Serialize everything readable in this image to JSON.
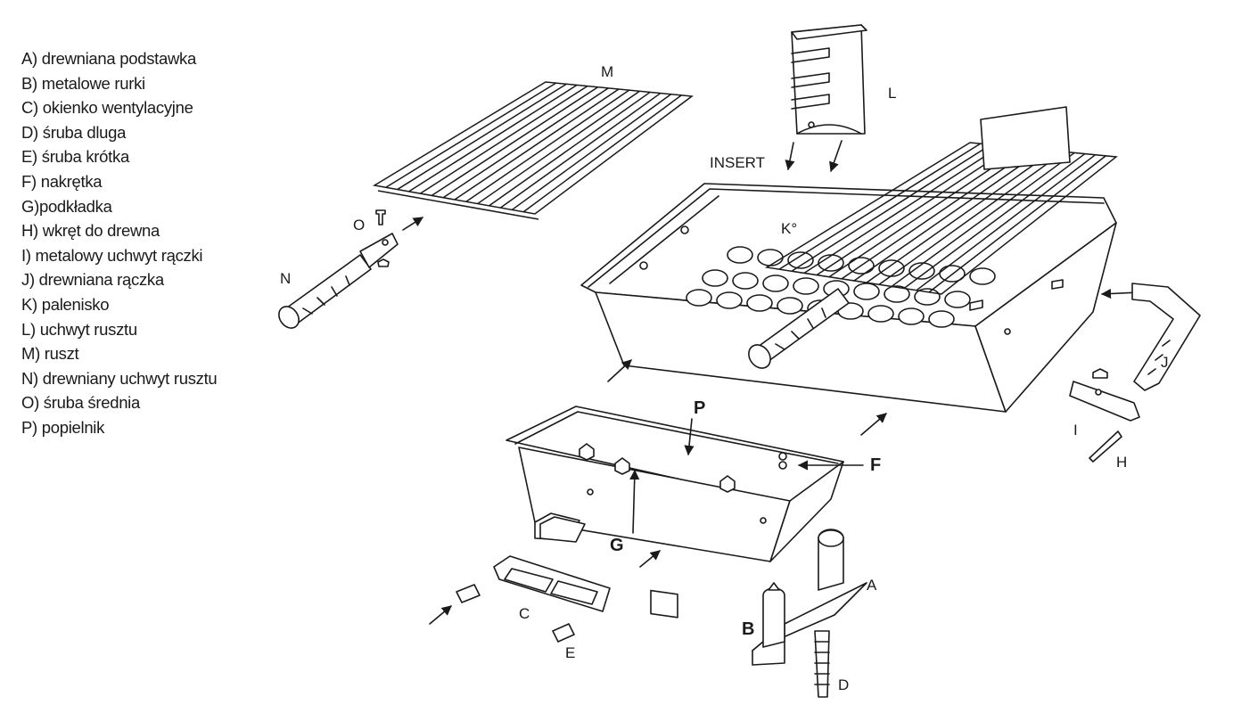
{
  "legend": [
    "A) drewniana podstawka",
    "B) metalowe rurki",
    "C) okienko wentylacyjne",
    "D) śruba dluga",
    "E) śruba krótka",
    "F) nakrętka",
    "G)podkładka",
    "H) wkręt do drewna",
    "I)   metalowy uchwyt rączki",
    "J)  drewniana rączka",
    "K) palenisko",
    "L)  uchwyt rusztu",
    "M) ruszt",
    "N) drewniany uchwyt rusztu",
    "O) śruba średnia",
    "P) popielnik"
  ],
  "callouts": {
    "A": "A",
    "B": "B",
    "C": "C",
    "D": "D",
    "E": "E",
    "F": "F",
    "G": "G",
    "H": "H",
    "I": "I",
    "J": "J",
    "K": "K°",
    "L": "L",
    "M": "M",
    "N": "N",
    "O": "O",
    "P": "P",
    "insert": "INSERT"
  },
  "colors": {
    "ink": "#1a1a1a",
    "paper": "#ffffff"
  }
}
